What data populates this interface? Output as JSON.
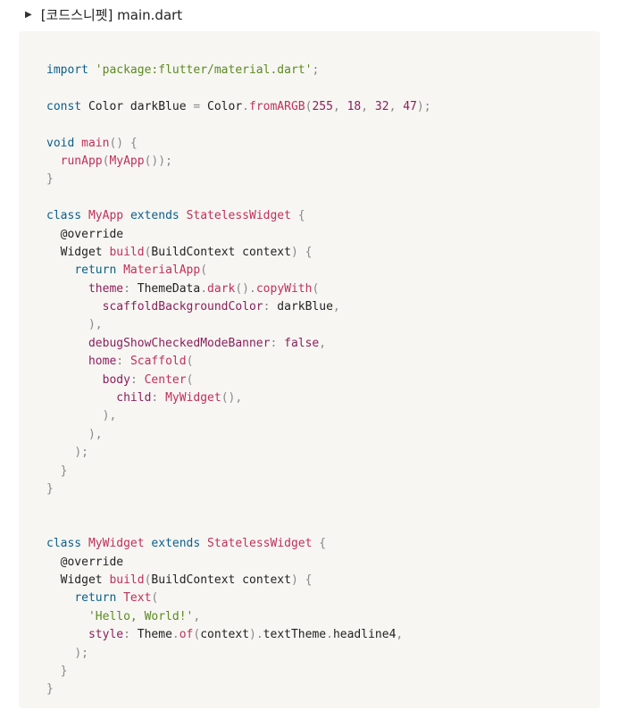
{
  "summary": {
    "label": "[코드스니펫]  main.dart"
  },
  "colors": {
    "keyword": "#0b5f8a",
    "string": "#5c8a1e",
    "function": "#c0305a",
    "number": "#8a1f5c",
    "punctuation": "#888888",
    "background": "#f7f6f3"
  },
  "code_lines": [
    [
      [
        "key",
        "import"
      ],
      [
        "plain",
        " "
      ],
      [
        "str",
        "'package:flutter/material.dart'"
      ],
      [
        "punc",
        ";"
      ]
    ],
    [],
    [
      [
        "key",
        "const"
      ],
      [
        "plain",
        " Color darkBlue "
      ],
      [
        "punc",
        "="
      ],
      [
        "plain",
        " Color"
      ],
      [
        "punc",
        "."
      ],
      [
        "fn",
        "fromARGB"
      ],
      [
        "punc",
        "("
      ],
      [
        "num",
        "255"
      ],
      [
        "punc",
        ", "
      ],
      [
        "num",
        "18"
      ],
      [
        "punc",
        ", "
      ],
      [
        "num",
        "32"
      ],
      [
        "punc",
        ", "
      ],
      [
        "num",
        "47"
      ],
      [
        "punc",
        ");"
      ]
    ],
    [],
    [
      [
        "key",
        "void"
      ],
      [
        "plain",
        " "
      ],
      [
        "fn",
        "main"
      ],
      [
        "punc",
        "() {"
      ]
    ],
    [
      [
        "plain",
        "  "
      ],
      [
        "fn",
        "runApp"
      ],
      [
        "punc",
        "("
      ],
      [
        "fn",
        "MyApp"
      ],
      [
        "punc",
        "());"
      ]
    ],
    [
      [
        "punc",
        "}"
      ]
    ],
    [],
    [
      [
        "key",
        "class"
      ],
      [
        "plain",
        " "
      ],
      [
        "fn",
        "MyApp"
      ],
      [
        "plain",
        " "
      ],
      [
        "key",
        "extends"
      ],
      [
        "plain",
        " "
      ],
      [
        "fn",
        "StatelessWidget"
      ],
      [
        "plain",
        " "
      ],
      [
        "punc",
        "{"
      ]
    ],
    [
      [
        "plain",
        "  @override"
      ]
    ],
    [
      [
        "plain",
        "  Widget "
      ],
      [
        "fn",
        "build"
      ],
      [
        "punc",
        "("
      ],
      [
        "plain",
        "BuildContext context"
      ],
      [
        "punc",
        ") {"
      ]
    ],
    [
      [
        "plain",
        "    "
      ],
      [
        "key",
        "return"
      ],
      [
        "plain",
        " "
      ],
      [
        "fn",
        "MaterialApp"
      ],
      [
        "punc",
        "("
      ]
    ],
    [
      [
        "plain",
        "      "
      ],
      [
        "prop",
        "theme"
      ],
      [
        "punc",
        ":"
      ],
      [
        "plain",
        " ThemeData"
      ],
      [
        "punc",
        "."
      ],
      [
        "fn",
        "dark"
      ],
      [
        "punc",
        "()."
      ],
      [
        "fn",
        "copyWith"
      ],
      [
        "punc",
        "("
      ]
    ],
    [
      [
        "plain",
        "        "
      ],
      [
        "prop",
        "scaffoldBackgroundColor"
      ],
      [
        "punc",
        ":"
      ],
      [
        "plain",
        " darkBlue"
      ],
      [
        "punc",
        ","
      ]
    ],
    [
      [
        "plain",
        "      "
      ],
      [
        "punc",
        "),"
      ]
    ],
    [
      [
        "plain",
        "      "
      ],
      [
        "prop",
        "debugShowCheckedModeBanner"
      ],
      [
        "punc",
        ":"
      ],
      [
        "plain",
        " "
      ],
      [
        "prop",
        "false"
      ],
      [
        "punc",
        ","
      ]
    ],
    [
      [
        "plain",
        "      "
      ],
      [
        "prop",
        "home"
      ],
      [
        "punc",
        ":"
      ],
      [
        "plain",
        " "
      ],
      [
        "fn",
        "Scaffold"
      ],
      [
        "punc",
        "("
      ]
    ],
    [
      [
        "plain",
        "        "
      ],
      [
        "prop",
        "body"
      ],
      [
        "punc",
        ":"
      ],
      [
        "plain",
        " "
      ],
      [
        "fn",
        "Center"
      ],
      [
        "punc",
        "("
      ]
    ],
    [
      [
        "plain",
        "          "
      ],
      [
        "prop",
        "child"
      ],
      [
        "punc",
        ":"
      ],
      [
        "plain",
        " "
      ],
      [
        "fn",
        "MyWidget"
      ],
      [
        "punc",
        "(),"
      ]
    ],
    [
      [
        "plain",
        "        "
      ],
      [
        "punc",
        "),"
      ]
    ],
    [
      [
        "plain",
        "      "
      ],
      [
        "punc",
        "),"
      ]
    ],
    [
      [
        "plain",
        "    "
      ],
      [
        "punc",
        ");"
      ]
    ],
    [
      [
        "plain",
        "  "
      ],
      [
        "punc",
        "}"
      ]
    ],
    [
      [
        "punc",
        "}"
      ]
    ],
    [],
    [],
    [
      [
        "key",
        "class"
      ],
      [
        "plain",
        " "
      ],
      [
        "fn",
        "MyWidget"
      ],
      [
        "plain",
        " "
      ],
      [
        "key",
        "extends"
      ],
      [
        "plain",
        " "
      ],
      [
        "fn",
        "StatelessWidget"
      ],
      [
        "plain",
        " "
      ],
      [
        "punc",
        "{"
      ]
    ],
    [
      [
        "plain",
        "  @override"
      ]
    ],
    [
      [
        "plain",
        "  Widget "
      ],
      [
        "fn",
        "build"
      ],
      [
        "punc",
        "("
      ],
      [
        "plain",
        "BuildContext context"
      ],
      [
        "punc",
        ") {"
      ]
    ],
    [
      [
        "plain",
        "    "
      ],
      [
        "key",
        "return"
      ],
      [
        "plain",
        " "
      ],
      [
        "fn",
        "Text"
      ],
      [
        "punc",
        "("
      ]
    ],
    [
      [
        "plain",
        "      "
      ],
      [
        "str",
        "'Hello, World!'"
      ],
      [
        "punc",
        ","
      ]
    ],
    [
      [
        "plain",
        "      "
      ],
      [
        "prop",
        "style"
      ],
      [
        "punc",
        ":"
      ],
      [
        "plain",
        " Theme"
      ],
      [
        "punc",
        "."
      ],
      [
        "fn",
        "of"
      ],
      [
        "punc",
        "("
      ],
      [
        "plain",
        "context"
      ],
      [
        "punc",
        ")."
      ],
      [
        "plain",
        "textTheme"
      ],
      [
        "punc",
        "."
      ],
      [
        "plain",
        "headline4"
      ],
      [
        "punc",
        ","
      ]
    ],
    [
      [
        "plain",
        "    "
      ],
      [
        "punc",
        ");"
      ]
    ],
    [
      [
        "plain",
        "  "
      ],
      [
        "punc",
        "}"
      ]
    ],
    [
      [
        "punc",
        "}"
      ]
    ]
  ]
}
